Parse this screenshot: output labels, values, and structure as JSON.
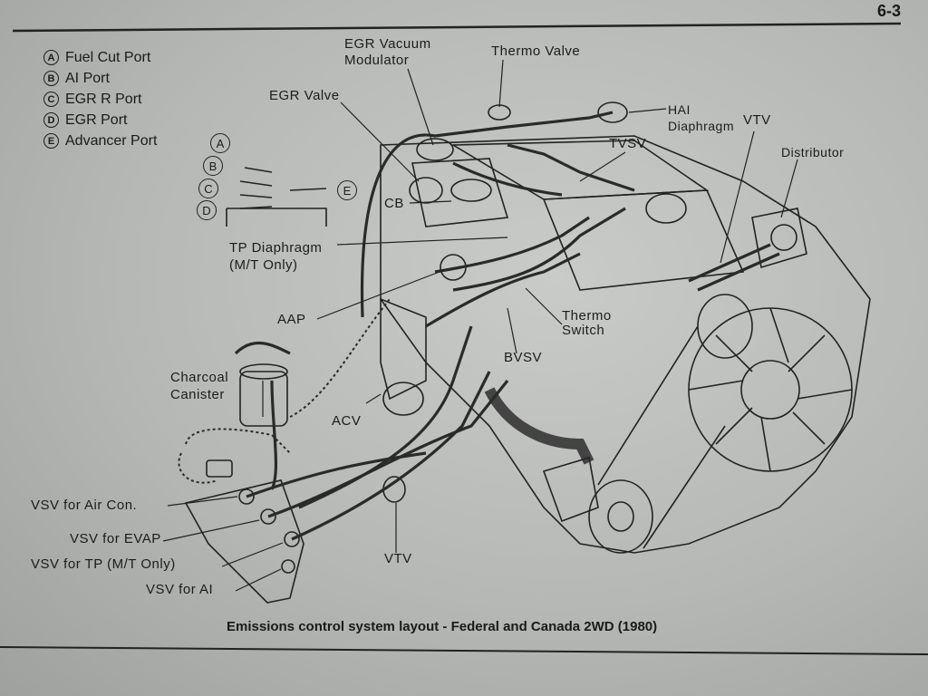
{
  "page_number": "6-3",
  "caption": "Emissions control system layout - Federal and Canada 2WD (1980)",
  "legend": [
    {
      "letter": "A",
      "text": "Fuel Cut Port"
    },
    {
      "letter": "B",
      "text": "AI Port"
    },
    {
      "letter": "C",
      "text": "EGR R Port"
    },
    {
      "letter": "D",
      "text": "EGR Port"
    },
    {
      "letter": "E",
      "text": "Advancer Port"
    }
  ],
  "port_letters": [
    "A",
    "B",
    "C",
    "D",
    "E"
  ],
  "labels": {
    "egr_vacuum_modulator": "EGR Vacuum\nModulator",
    "thermo_valve": "Thermo Valve",
    "egr_valve": "EGR Valve",
    "hai_diaphragm": "HAI\nDiaphragm",
    "vtv_top": "VTV",
    "distributor": "Distributor",
    "tvsv": "TVSV",
    "cb": "CB",
    "tp_diaphragm": "TP Diaphragm\n(M/T Only)",
    "aap": "AAP",
    "thermo_switch": "Thermo\nSwitch",
    "bvsv": "BVSV",
    "charcoal_canister": "Charcoal\nCanister",
    "acv": "ACV",
    "vsv_air_con": "VSV for Air Con.",
    "vsv_evap": "VSV for EVAP",
    "vsv_tp": "VSV for TP (M/T Only)",
    "vsv_ai": "VSV for AI",
    "vtv_bottom": "VTV"
  },
  "colors": {
    "paper": "#b6b8b5",
    "ink": "#1c1c1c"
  }
}
